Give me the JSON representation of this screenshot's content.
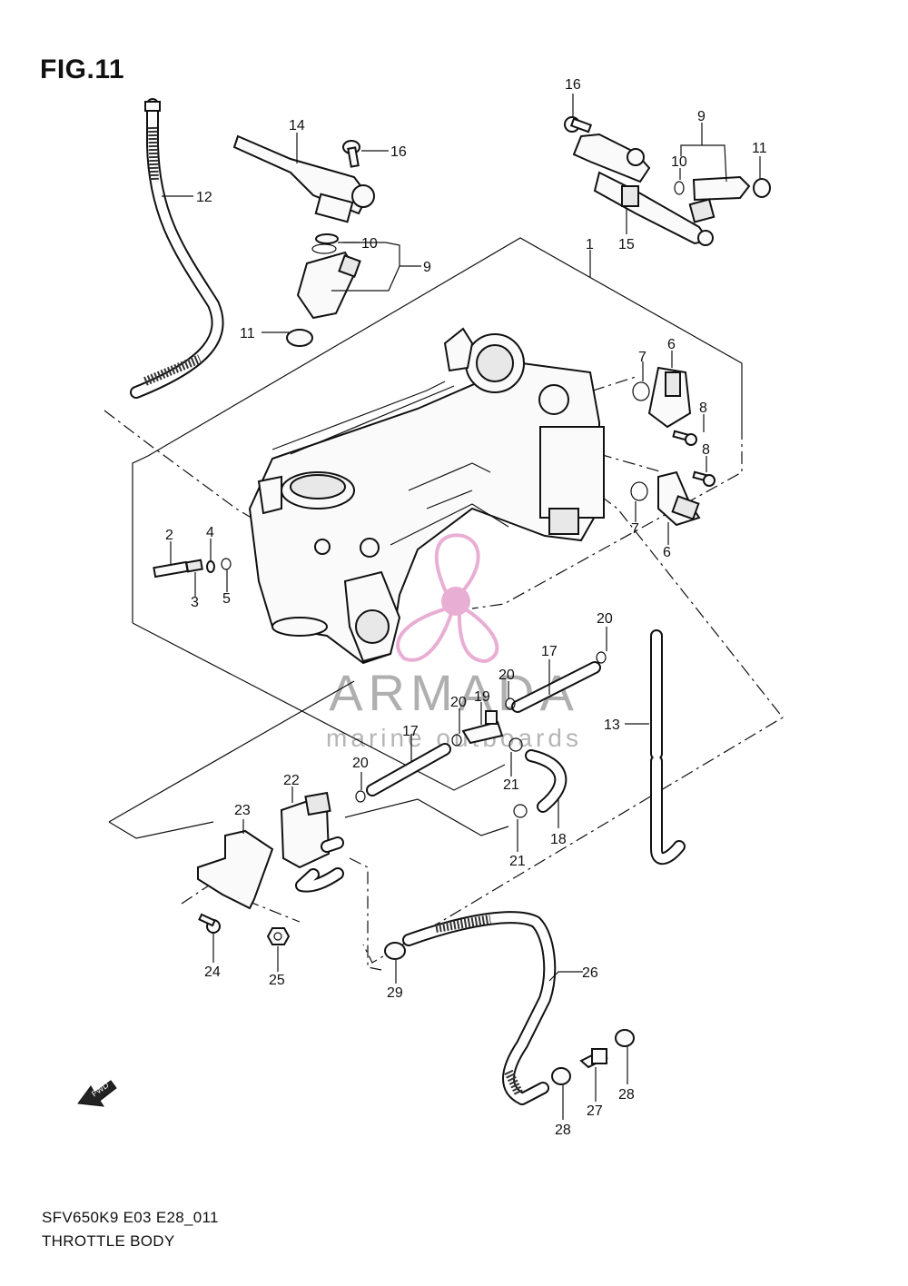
{
  "header": {
    "figure_label": "FIG.11"
  },
  "footer": {
    "model_code": "SFV650K9 E03 E28_011",
    "section_name": "THROTTLE BODY"
  },
  "watermark": {
    "brand": "ARMADA",
    "tagline": "marine outboards",
    "color": "#e7a6d0"
  },
  "fwd_arrow": {
    "label": "FWD"
  },
  "callouts": {
    "c1": "1",
    "c2": "2",
    "c3": "3",
    "c4": "4",
    "c5": "5",
    "c6a": "6",
    "c6b": "6",
    "c7a": "7",
    "c7b": "7",
    "c8a": "8",
    "c8b": "8",
    "c9a": "9",
    "c9b": "9",
    "c10a": "10",
    "c10b": "10",
    "c11a": "11",
    "c11b": "11",
    "c12": "12",
    "c13": "13",
    "c14": "14",
    "c15": "15",
    "c16a": "16",
    "c16b": "16",
    "c17a": "17",
    "c17b": "17",
    "c18": "18",
    "c19": "19",
    "c20a": "20",
    "c20b": "20",
    "c20c": "20",
    "c20d": "20",
    "c21a": "21",
    "c21b": "21",
    "c22": "22",
    "c23": "23",
    "c24": "24",
    "c25": "25",
    "c26": "26",
    "c27": "27",
    "c28a": "28",
    "c28b": "28",
    "c29": "29"
  }
}
